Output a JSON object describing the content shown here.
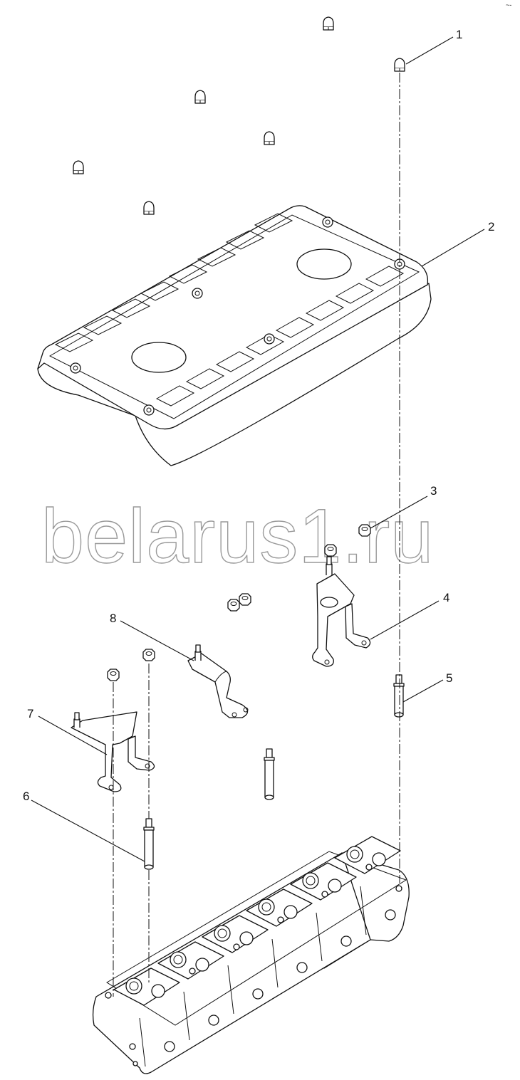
{
  "watermark": "belarus1.ru",
  "corner_mark": "~-",
  "callouts": [
    {
      "label": "1"
    },
    {
      "label": "2"
    },
    {
      "label": "3"
    },
    {
      "label": "4"
    },
    {
      "label": "5"
    },
    {
      "label": "6"
    },
    {
      "label": "7"
    },
    {
      "label": "8"
    }
  ]
}
